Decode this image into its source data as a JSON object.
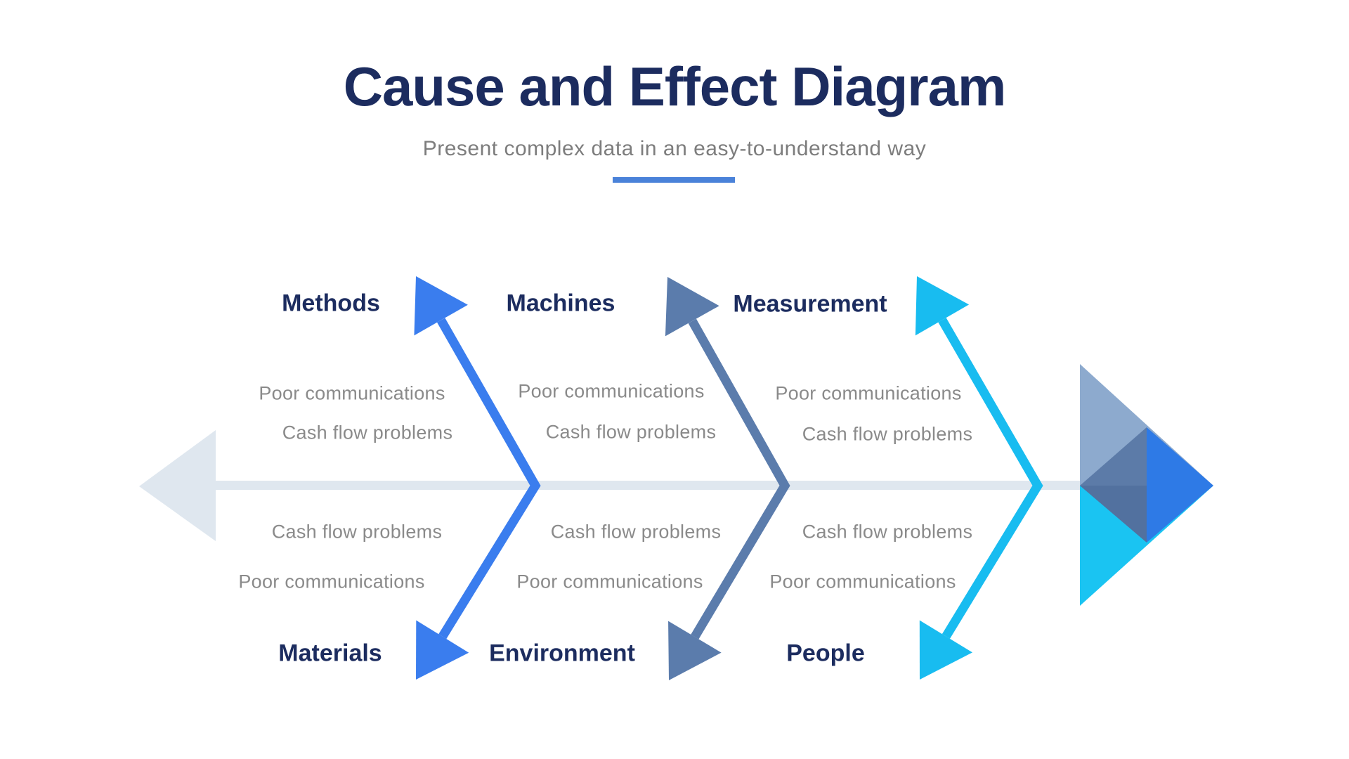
{
  "header": {
    "title": "Cause and Effect Diagram",
    "subtitle": "Present complex data in an easy-to-understand way"
  },
  "colors": {
    "title_navy": "#1C2C5F",
    "subtitle_gray": "#7D7D7D",
    "cause_gray": "#8A8A8A",
    "underline_blue": "#4A82D9",
    "branch_blue": "#3A7DEE",
    "branch_slate": "#5B7CAC",
    "branch_cyan": "#18BCF0",
    "spine_gray_blue": "#DFE7EF",
    "head_steel": "#8DAACE",
    "head_slate_top": "#5C7BA8",
    "head_slate_bottom": "#52719F",
    "head_blue": "#2E7AE6",
    "head_cyan": "#1AC4F2"
  },
  "diagram": {
    "top_branches": [
      {
        "label": "Methods",
        "causes": [
          "Poor communications",
          "Cash flow problems"
        ]
      },
      {
        "label": "Machines",
        "causes": [
          "Poor communications",
          "Cash flow problems"
        ]
      },
      {
        "label": "Measurement",
        "causes": [
          "Poor communications",
          "Cash flow problems"
        ]
      }
    ],
    "bottom_branches": [
      {
        "label": "Materials",
        "causes": [
          "Cash flow problems",
          "Poor communications"
        ]
      },
      {
        "label": "Environment",
        "causes": [
          "Cash flow problems",
          "Poor communications"
        ]
      },
      {
        "label": "People",
        "causes": [
          "Cash flow problems",
          "Poor communications"
        ]
      }
    ]
  }
}
